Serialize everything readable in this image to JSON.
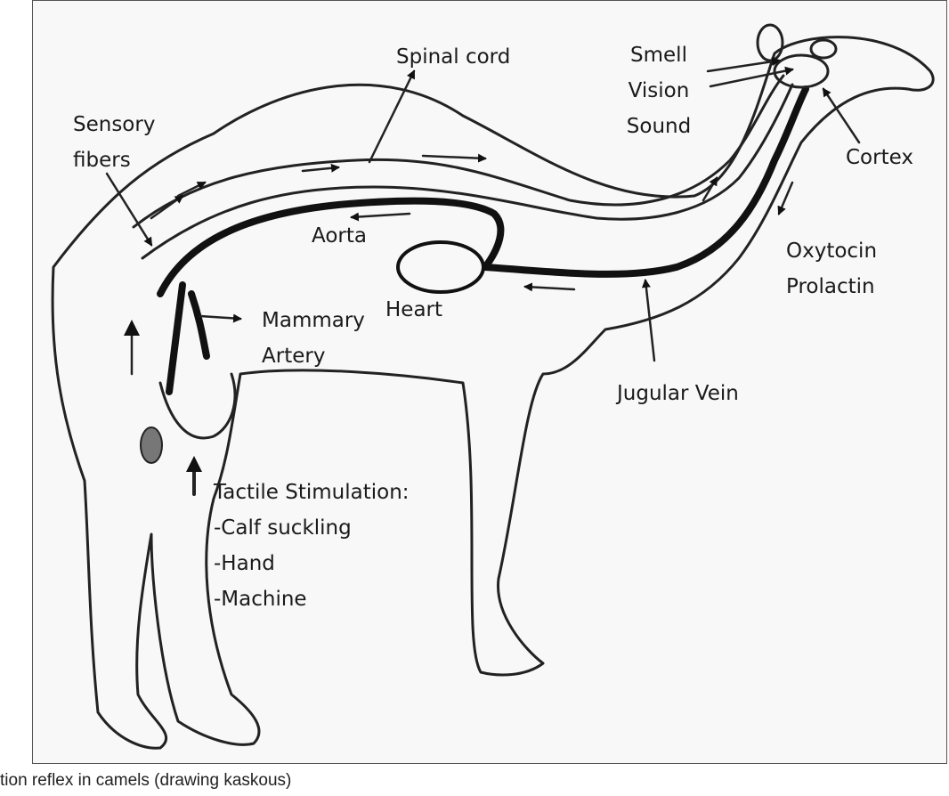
{
  "caption": "tion reflex in camels (drawing kaskous)",
  "labels": {
    "spinal_cord": "Spinal cord",
    "smell": "Smell",
    "vision": "Vision",
    "sound": "Sound",
    "sensory_line1": "Sensory",
    "sensory_line2": "fibers",
    "cortex": "Cortex",
    "aorta": "Aorta",
    "oxytocin": "Oxytocin",
    "prolactin": "Prolactin",
    "mammary_line1": "Mammary",
    "mammary_line2": "Artery",
    "heart": "Heart",
    "jugular": "Jugular Vein",
    "tactile_title": "Tactile Stimulation:",
    "tactile_items": [
      "-Calf suckling",
      "-Hand",
      "-Machine"
    ]
  },
  "colors": {
    "ink": "#1a1a1a",
    "paper": "#f8f8f8",
    "frame": "#555555"
  }
}
